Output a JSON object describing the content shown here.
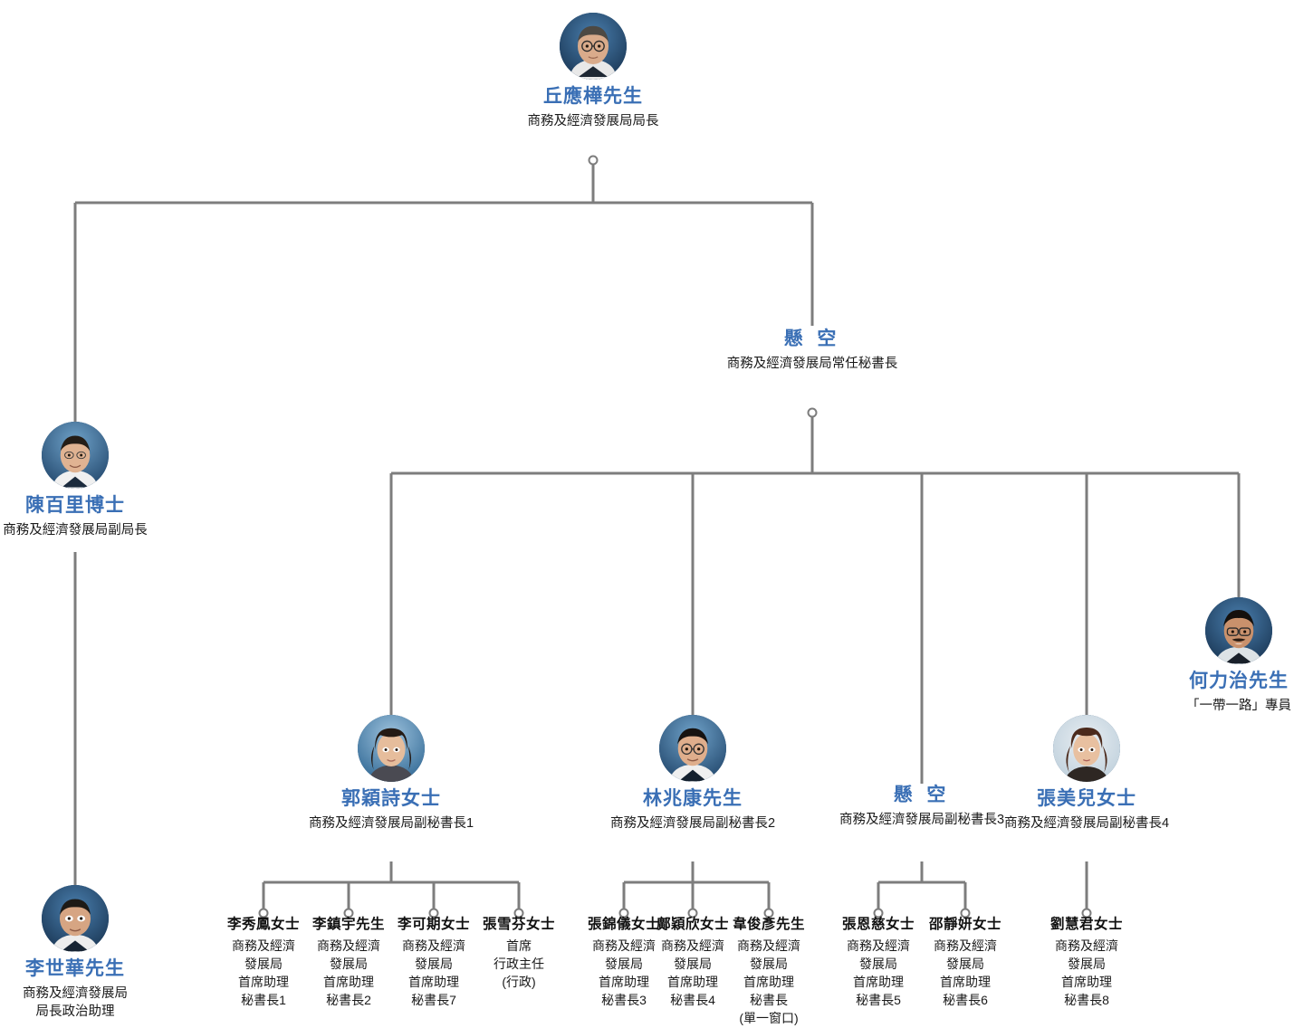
{
  "meta": {
    "accent_name_color": "#3a6fb5",
    "leaf_name_color": "#111111",
    "title_color": "#1a1a1a",
    "connector_color": "#7d7d7d",
    "background": "#ffffff"
  },
  "nodes": {
    "secretary": {
      "name": "丘應樺先生",
      "title": "商務及經濟發展局局長",
      "has_photo": true
    },
    "permanent_secretary": {
      "name": "懸 空",
      "title": "商務及經濟發展局常任秘書長",
      "has_photo": false
    },
    "under_secretary": {
      "name": "陳百里博士",
      "title": "商務及經濟發展局副局長",
      "has_photo": true
    },
    "political_assistant": {
      "name": "李世華先生",
      "title": "商務及經濟發展局\n局長政治助理",
      "has_photo": true
    },
    "deputy_secretary_1": {
      "name": "郭穎詩女士",
      "title": "商務及經濟發展局副秘書長1",
      "has_photo": true
    },
    "deputy_secretary_2": {
      "name": "林兆康先生",
      "title": "商務及經濟發展局副秘書長2",
      "has_photo": true
    },
    "deputy_secretary_3": {
      "name": "懸 空",
      "title": "商務及經濟發展局副秘書長3",
      "has_photo": false
    },
    "deputy_secretary_4": {
      "name": "張美兒女士",
      "title": "商務及經濟發展局副秘書長4",
      "has_photo": true
    },
    "belt_and_road_commissioner": {
      "name": "何力治先生",
      "title": "「一帶一路」專員",
      "has_photo": true
    }
  },
  "leaves": [
    {
      "key": "pas1",
      "name": "李秀鳳女士",
      "title": "商務及經濟\n發展局\n首席助理\n秘書長1"
    },
    {
      "key": "pas2",
      "name": "李鎮宇先生",
      "title": "商務及經濟\n發展局\n首席助理\n秘書長2"
    },
    {
      "key": "pas7",
      "name": "李可期女士",
      "title": "商務及經濟\n發展局\n首席助理\n秘書長7"
    },
    {
      "key": "ceo_admin",
      "name": "張雪芬女士",
      "title": "首席\n行政主任\n(行政)"
    },
    {
      "key": "pas3",
      "name": "張錦儀女士",
      "title": "商務及經濟\n發展局\n首席助理\n秘書長3"
    },
    {
      "key": "pas4",
      "name": "鄺穎欣女士",
      "title": "商務及經濟\n發展局\n首席助理\n秘書長4"
    },
    {
      "key": "pas_single_window",
      "name": "韋俊彥先生",
      "title": "商務及經濟\n發展局\n首席助理\n秘書長\n(單一窗口)"
    },
    {
      "key": "pas5",
      "name": "張恩慈女士",
      "title": "商務及經濟\n發展局\n首席助理\n秘書長5"
    },
    {
      "key": "pas6",
      "name": "邵靜妍女士",
      "title": "商務及經濟\n發展局\n首席助理\n秘書長6"
    },
    {
      "key": "pas8",
      "name": "劉慧君女士",
      "title": "商務及經濟\n發展局\n首席助理\n秘書長8"
    }
  ]
}
